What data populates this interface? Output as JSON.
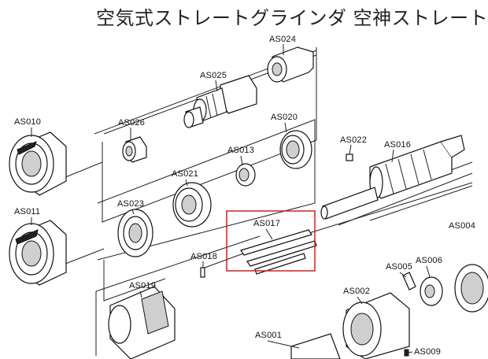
{
  "title": "空気式ストレートグラインダ 空神ストレート",
  "labels": {
    "AS024": "AS024",
    "AS025": "AS025",
    "AS010": "AS010",
    "AS026": "AS026",
    "AS020": "AS020",
    "AS013": "AS013",
    "AS022": "AS022",
    "AS016": "AS016",
    "AS021": "AS021",
    "AS011": "AS011",
    "AS023": "AS023",
    "AS017": "AS017",
    "AS018": "AS018",
    "AS004": "AS004",
    "AS005": "AS005",
    "AS006": "AS006",
    "AS019": "AS019",
    "AS002": "AS002",
    "AS001": "AS001",
    "AS009": "AS009"
  },
  "colors": {
    "highlight": "#cc2222",
    "line": "#222222"
  }
}
